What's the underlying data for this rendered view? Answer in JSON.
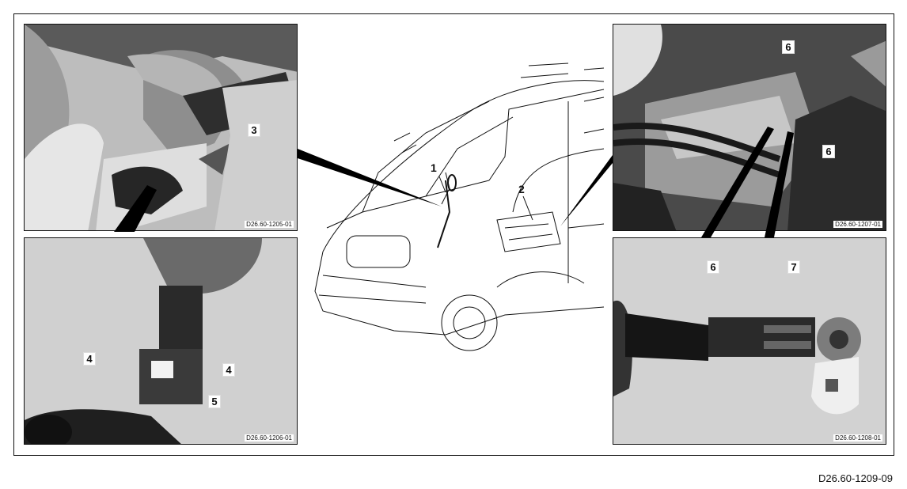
{
  "figure_id": "D26.60-1209-09",
  "photos": {
    "top_left": {
      "id": "D26.60-1205-01",
      "callouts": [
        "3"
      ]
    },
    "bottom_left": {
      "id": "D26.60-1206-01",
      "callouts": [
        "4",
        "4",
        "5"
      ]
    },
    "top_right": {
      "id": "D26.60-1207-01",
      "callouts": [
        "6",
        "6"
      ]
    },
    "bottom_right": {
      "id": "D26.60-1208-01",
      "callouts": [
        "6",
        "7"
      ]
    }
  },
  "van_callouts": [
    "1",
    "2"
  ],
  "colors": {
    "line": "#111111",
    "photo_bg": "#cfcfcf",
    "photo_dark": "#3a3a3a"
  }
}
